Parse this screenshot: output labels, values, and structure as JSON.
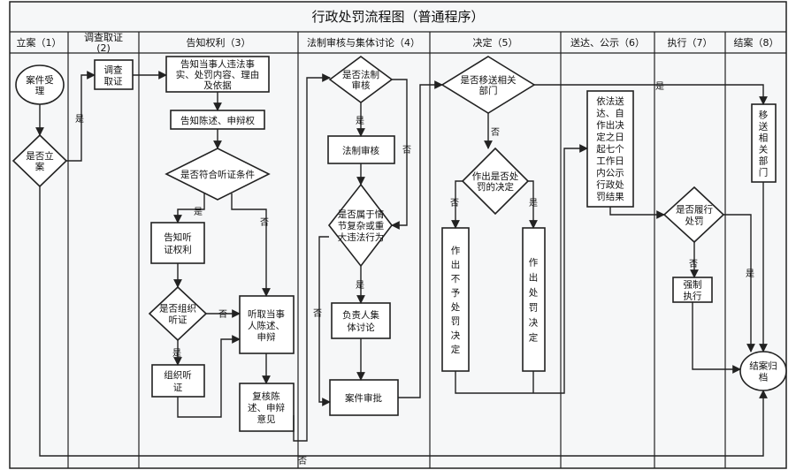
{
  "title": "行政处罚流程图（普通程序）",
  "lanes": [
    {
      "id": "lane-1",
      "label": "立案（1）"
    },
    {
      "id": "lane-2",
      "label": "调查取证",
      "sublabel": "(2)"
    },
    {
      "id": "lane-3",
      "label": "告知权利（3）"
    },
    {
      "id": "lane-4",
      "label": "法制审核与集体讨论（4）"
    },
    {
      "id": "lane-5",
      "label": "决定（5）"
    },
    {
      "id": "lane-6",
      "label": "送达、公示（6）"
    },
    {
      "id": "lane-7",
      "label": "执行（7）"
    },
    {
      "id": "lane-8",
      "label": "结案（8）"
    }
  ],
  "nodes": {
    "n1": {
      "lines": [
        "案件受",
        "理"
      ]
    },
    "n2": {
      "lines": [
        "是否立",
        "案"
      ]
    },
    "n3": {
      "lines": [
        "调查",
        "取证"
      ]
    },
    "n4": {
      "lines": [
        "告知当事人违法事",
        "实、处罚内容、理由",
        "及依据"
      ]
    },
    "n5": {
      "lines": [
        "告知陈述、申辩权"
      ]
    },
    "n6": {
      "lines": [
        "是否符合听证条件"
      ]
    },
    "n7": {
      "lines": [
        "告知听",
        "证权利"
      ]
    },
    "n8": {
      "lines": [
        "是否组织",
        "听证"
      ]
    },
    "n9": {
      "lines": [
        "组织听",
        "证"
      ]
    },
    "n10": {
      "lines": [
        "听取当事",
        "人陈述、",
        "申辩"
      ]
    },
    "n11": {
      "lines": [
        "复核陈",
        "述、申辩",
        "意见"
      ]
    },
    "n12": {
      "lines": [
        "是否法制",
        "审核"
      ]
    },
    "n13": {
      "lines": [
        "法制审核"
      ]
    },
    "n14": {
      "lines": [
        "是否属于情",
        "节复杂或重",
        "大违法行为"
      ]
    },
    "n15": {
      "lines": [
        "负责人集",
        "体讨论"
      ]
    },
    "n16": {
      "lines": [
        "案件审批"
      ]
    },
    "n17": {
      "lines": [
        "是否移送相关",
        "部门"
      ]
    },
    "n18": {
      "lines": [
        "作出是否处",
        "罚的决定"
      ]
    },
    "n19": {
      "lines": [
        "作",
        "出",
        "不",
        "予",
        "处",
        "罚",
        "决",
        "定"
      ]
    },
    "n20": {
      "lines": [
        "作",
        "出",
        "处",
        "罚",
        "决",
        "定"
      ]
    },
    "n21": {
      "lines": [
        "依法送",
        "达、自",
        "作出决",
        "定之日",
        "起七个",
        "工作日",
        "内公示",
        "行政处",
        "罚结果"
      ]
    },
    "n22": {
      "lines": [
        "是否履行",
        "处罚"
      ]
    },
    "n23": {
      "lines": [
        "强制",
        "执行"
      ]
    },
    "n24": {
      "lines": [
        "移",
        "送",
        "相",
        "关",
        "部",
        "门"
      ]
    },
    "n25": {
      "lines": [
        "结案归",
        "档"
      ]
    }
  },
  "edge_labels": {
    "yes": "是",
    "no": "否"
  }
}
